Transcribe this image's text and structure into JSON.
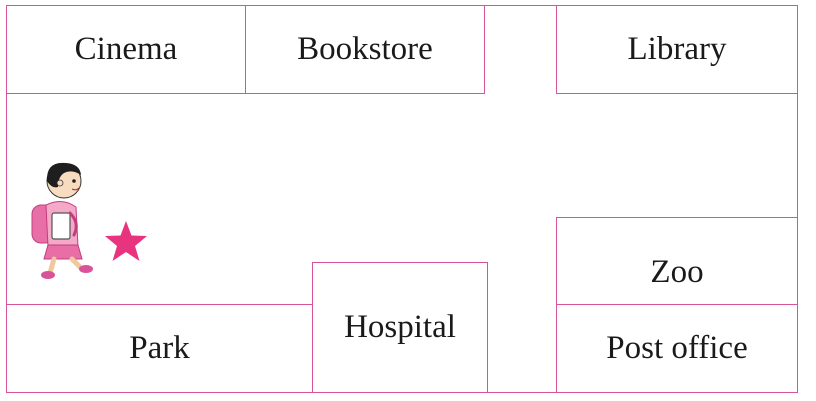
{
  "places": {
    "cinema": "Cinema",
    "bookstore": "Bookstore",
    "library": "Library",
    "zoo": "Zoo",
    "park": "Park",
    "hospital": "Hospital",
    "post_office": "Post office"
  },
  "colors": {
    "line": "#d9539a",
    "star": "#e8347e",
    "text": "#1a1a1a"
  },
  "icons": {
    "child": "walking-child-icon",
    "star": "star-icon"
  }
}
